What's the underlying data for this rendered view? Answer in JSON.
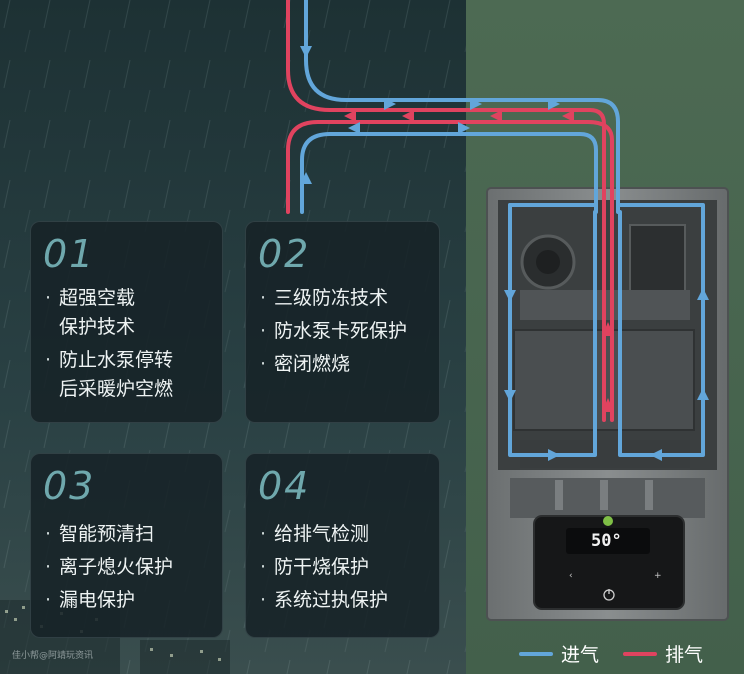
{
  "features": [
    {
      "number": "01",
      "items": [
        {
          "lines": [
            "超强空载",
            "保护技术"
          ]
        },
        {
          "lines": [
            "防止水泵停转",
            "后采暖炉空燃"
          ]
        }
      ]
    },
    {
      "number": "02",
      "items": [
        {
          "lines": [
            "三级防冻技术"
          ]
        },
        {
          "lines": [
            "防水泵卡死保护"
          ]
        },
        {
          "lines": [
            "密闭燃烧"
          ]
        }
      ]
    },
    {
      "number": "03",
      "items": [
        {
          "lines": [
            "智能预清扫"
          ]
        },
        {
          "lines": [
            "离子熄火保护"
          ]
        },
        {
          "lines": [
            "漏电保护"
          ]
        }
      ]
    },
    {
      "number": "04",
      "items": [
        {
          "lines": [
            "给排气检测"
          ]
        },
        {
          "lines": [
            "防干烧保护"
          ]
        },
        {
          "lines": [
            "系统过执保护"
          ]
        }
      ]
    }
  ],
  "legend": {
    "intake_label": "进气",
    "exhaust_label": "排气"
  },
  "control_panel": {
    "temperature": "50°"
  },
  "watermark": "佳小帮@阿靖玩资讯",
  "colors": {
    "intake": "#62a6da",
    "exhaust": "#e0435f",
    "card_number": "#6fa8ad",
    "left_background": "#24383b",
    "right_background": "#4b6650"
  }
}
